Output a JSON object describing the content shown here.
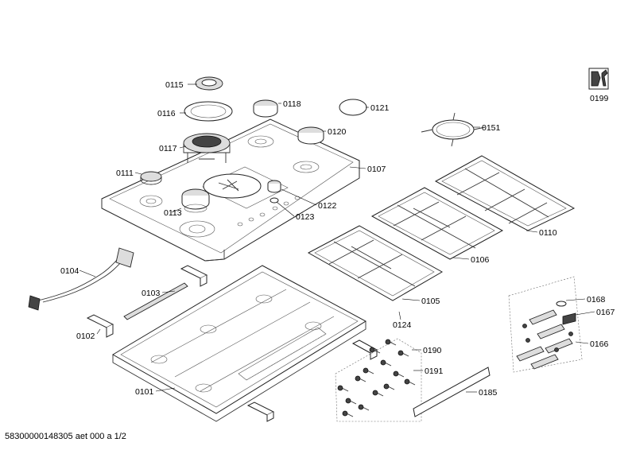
{
  "labels": {
    "p0115": "0115",
    "p0116": "0116",
    "p0117": "0117",
    "p0118": "0118",
    "p0120": "0120",
    "p0121": "0121",
    "p0151": "0151",
    "p0111": "0111",
    "p0107": "0107",
    "p0113": "0113",
    "p0122": "0122",
    "p0123": "0123",
    "p0110": "0110",
    "p0106": "0106",
    "p0104": "0104",
    "p0103": "0103",
    "p0105": "0105",
    "p0124": "0124",
    "p0102": "0102",
    "p0168": "0168",
    "p0167": "0167",
    "p0166": "0166",
    "p0190": "0190",
    "p0191": "0191",
    "p0185": "0185",
    "p0101": "0101",
    "p0199": "0199"
  },
  "footer_text": "58300000148305 aet 000 a 1/2"
}
